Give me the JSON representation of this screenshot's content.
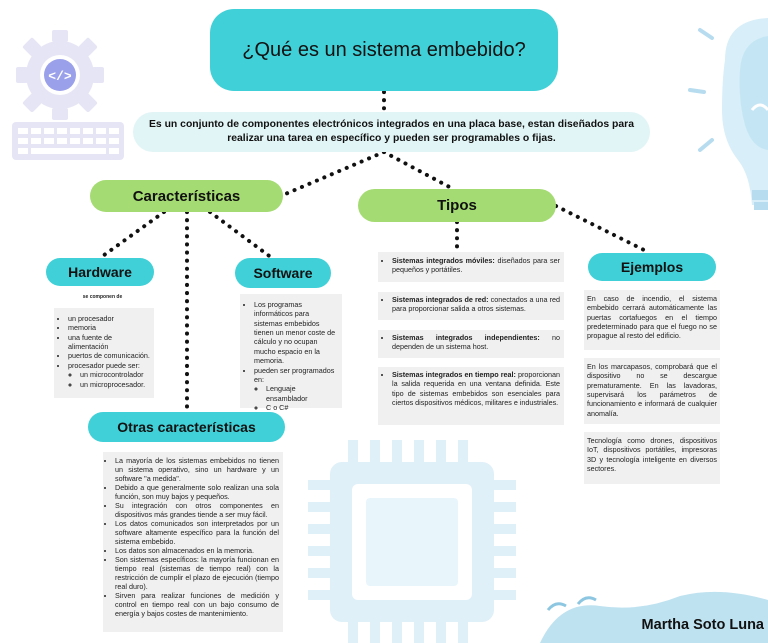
{
  "title": "¿Qué es un sistema embebido?",
  "definition": "Es un conjunto de componentes electrónicos integrados en una placa base, estan diseñados para realizar una tarea en específico y pueden ser programables o fijas.",
  "caracteristicas": {
    "label": "Características",
    "hardware": {
      "label": "Hardware",
      "connector": "se componen de",
      "items": [
        "un procesador",
        "memoria",
        "una fuente de alimentación",
        "puertos de comunicación.",
        "procesador puede ser:"
      ],
      "subitems": [
        "un microcontrolador",
        "un microprocesador."
      ]
    },
    "software": {
      "label": "Software",
      "items": [
        "Los programas informáticos para sistemas embebidos tienen un menor coste de cálculo y no ocupan mucho espacio en la memoria.",
        "pueden ser programados en:"
      ],
      "subitems": [
        "Lenguaje ensamblador",
        "C o C#"
      ]
    }
  },
  "otras": {
    "label": "Otras características",
    "items": [
      "La mayoría de los sistemas embebidos no tienen un sistema operativo, sino un hardware y un software \"a medida\".",
      "Debido a que generalmente solo realizan una sola función, son muy bajos y pequeños.",
      "Su integración con otros componentes en dispositivos más grandes tiende a ser muy fácil.",
      "Los datos comunicados son interpretados por un software altamente específico para la función del sistema embebido.",
      "Los datos son almacenados en la memoria.",
      "Son sistemas específicos: la mayoría funcionan en tiempo real (sistemas de tiempo real) con la restricción de cumplir el plazo de ejecución (tiempo real duro).",
      "Sirven para realizar funciones de medición y control en tiempo real con un bajo consumo de energía y bajos costes de mantenimiento."
    ]
  },
  "tipos": {
    "label": "Tipos",
    "items": [
      {
        "bold": "Sistemas integrados móviles:",
        "text": " diseñados para ser pequeños y portátiles."
      },
      {
        "bold": "Sistemas integrados de red:",
        "text": " conectados a una red para proporcionar salida a otros sistemas."
      },
      {
        "bold": "Sistemas integrados independientes:",
        "text": " no dependen de un sistema host."
      },
      {
        "bold": "Sistemas integrados en tiempo real:",
        "text": " proporcionan la salida requerida en una ventana definida. Este tipo de sistemas embebidos son esenciales para ciertos dispositivos médicos, militares e industriales."
      }
    ]
  },
  "ejemplos": {
    "label": "Ejemplos",
    "items": [
      "En caso de incendio, el sistema embebido cerrará automáticamente las puertas cortafuegos en el tiempo predeterminado para que el fuego no se propague al resto del edificio.",
      "En los marcapasos, comprobará que el dispositivo no se descargue prematuramente. En las lavadoras, supervisará los parámetros de funcionamiento e informará de cualquier anomalía.",
      "Tecnología como drones, dispositivos IoT, dispositivos portátiles, impresoras 3D y tecnología inteligente en diversos sectores."
    ]
  },
  "author": "Martha Soto Luna",
  "colors": {
    "teal": "#40d0d8",
    "green": "#a4db72",
    "light_cyan": "#e2f5f6",
    "box_gray": "#f0f0f0",
    "decor_purple": "#e6e5f5",
    "decor_blue": "#d8eef8"
  },
  "decorations": [
    "gear-code-icon",
    "keyboard-icon",
    "lightbulb-icon",
    "microchip-icon",
    "wave-decoration"
  ]
}
